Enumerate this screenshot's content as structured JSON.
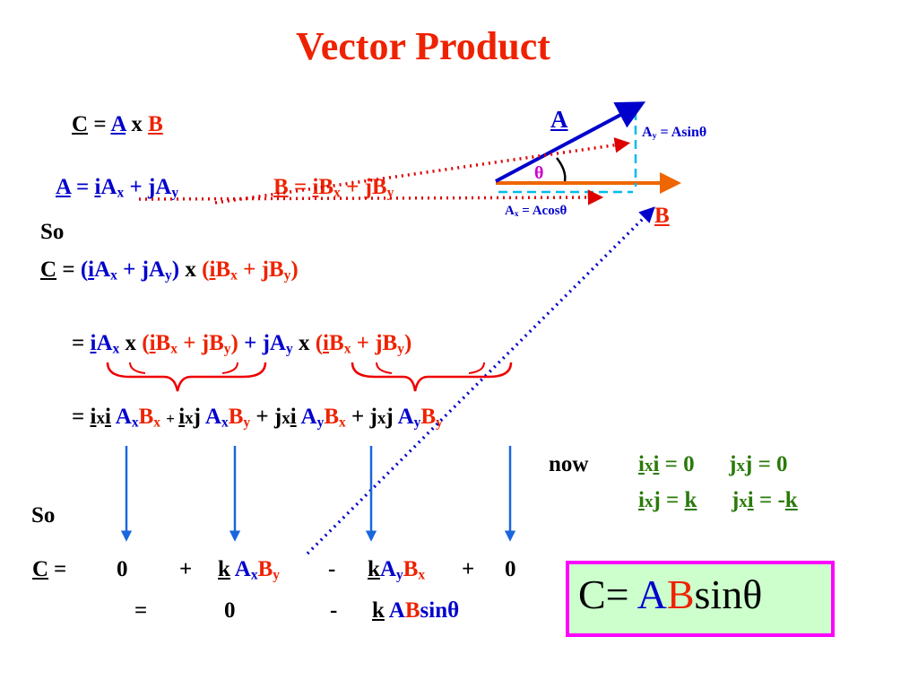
{
  "slide": {
    "title": "Vector Product",
    "cross": " x ",
    "eq": " = ",
    "plus": " + ",
    "lparen": "(",
    "rparen": ")",
    "i": "i",
    "j": "j",
    "k": "k",
    "C": "C",
    "A": "A",
    "B": "B",
    "x": "x",
    "y": "y",
    "so": "So",
    "now": "now",
    "zero": "0",
    "minus": "-",
    "sin_theta": "sinθ",
    "theta": "θ",
    "labels": {
      "ay": "A",
      "ay_eq": " = Asinθ",
      "ax": "A",
      "ax_eq": " = Acosθ"
    },
    "identities": {
      "r1a": " = 0",
      "r1b": " = 0",
      "r2a": " = ",
      "r2b": " = -"
    },
    "result": {
      "c_eq": "C= ",
      "a": "A",
      "b": "B",
      "sin": "sinθ"
    },
    "colors": {
      "title": "#ee2200",
      "vector_a": "#0000cc",
      "vector_b": "#ee6600",
      "dotted_red": "#dd0000",
      "dotted_blue": "#0000cc",
      "arrows": "#1a66dd",
      "box_border": "#ff00ff",
      "box_fill": "#ccffcc"
    }
  }
}
